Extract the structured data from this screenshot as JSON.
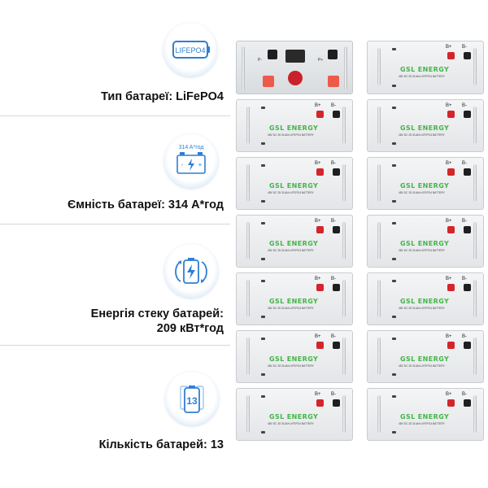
{
  "features": [
    {
      "icon": "lifepo4-badge-icon",
      "icon_text": "LIFEPO4",
      "label_lines": [
        "Тип батареї: LiFePO4"
      ]
    },
    {
      "icon": "battery-capacity-icon",
      "icon_text": "314 A*год",
      "label_lines": [
        "Ємність батареї: 314 A*год"
      ]
    },
    {
      "icon": "battery-stack-energy-icon",
      "icon_text": "",
      "label_lines": [
        "Енергія стеку батарей:",
        "209 кВт*год"
      ]
    },
    {
      "icon": "battery-count-icon",
      "icon_text": "13",
      "label_lines": [
        "Кількість батарей: 13"
      ]
    }
  ],
  "rack": {
    "brand": "GSL ENERGY",
    "unit_subtitle": "48V DC 25 314Ah LIFEPO4 BATTERY",
    "terminal_pos": "B+",
    "terminal_neg": "B-",
    "controller_labels": [
      "P-",
      "P+"
    ],
    "unit_count": 13
  },
  "colors": {
    "accent_blue": "#2f7fd1",
    "brand_green": "#43b548",
    "terminal_red": "#d3262b"
  }
}
